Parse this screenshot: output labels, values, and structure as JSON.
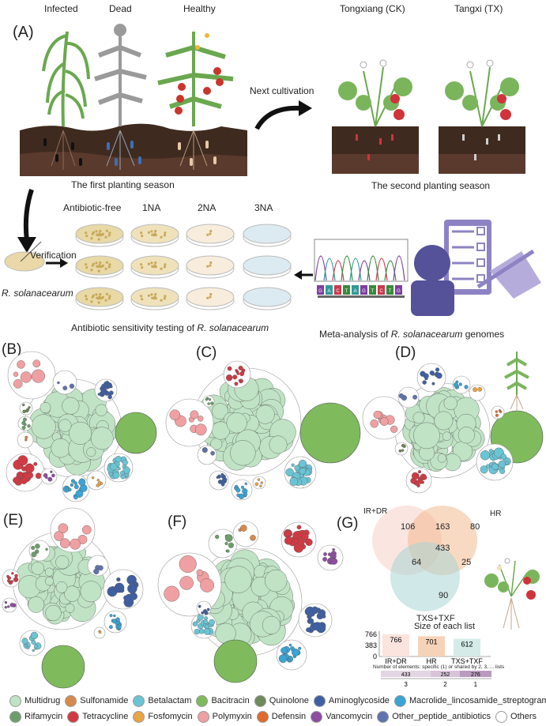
{
  "panel_a": {
    "label": "(A)",
    "first_season": {
      "plants": [
        "Infected",
        "Dead",
        "Healthy"
      ],
      "caption": "The first planting season"
    },
    "arrow_label": "Next cultivation",
    "second_season": {
      "plants": [
        "Tongxiang (CK)",
        "Tangxi (TX)"
      ],
      "caption": "The second planting season"
    },
    "verification_label": "Verification",
    "strain_label": "R. solanacearum",
    "plate_columns": [
      "Antibiotic-free",
      "1NA",
      "2NA",
      "3NA"
    ],
    "sensitivity_caption_prefix": "Antibiotic sensitivity testing of ",
    "sensitivity_caption_italic": "R. solanacearum",
    "meta_caption_prefix": "Meta-analysis of ",
    "meta_caption_italic": "R. solanacearum",
    "meta_caption_suffix": " genomes",
    "sequence_letters": [
      "G",
      "A",
      "C",
      "T",
      "A",
      "G",
      "T",
      "C",
      "T",
      "G"
    ]
  },
  "panels": {
    "b": "(B)",
    "c": "(C)",
    "d": "(D)",
    "e": "(E)",
    "f": "(F)",
    "g": "(G)"
  },
  "venn": {
    "sets": [
      "IR+DR",
      "HR",
      "TXS+TXF"
    ],
    "regions": {
      "ir_only": "106",
      "ir_hr": "163",
      "hr_only": "80",
      "all_three": "433",
      "ir_txs": "64",
      "hr_txs": "25",
      "txs_only": "90"
    },
    "colors": {
      "IR+DR": "#f7cfc6",
      "HR": "#f2b98f",
      "TXS+TXF": "#a9d6d3"
    }
  },
  "chart_data": [
    {
      "type": "bar",
      "title": "Size of each list",
      "categories": [
        "IR+DR",
        "HR",
        "TXS+TXF"
      ],
      "values": [
        766,
        701,
        612
      ],
      "yticks": [
        "766",
        "383",
        "0"
      ],
      "ylim": [
        0,
        766
      ],
      "colors": [
        "#fbe3de",
        "#f6d2b8",
        "#d4ebe8"
      ]
    },
    {
      "type": "bar",
      "title": "Number of elements: specific (1) or shared by 2, 3, ... lists",
      "categories": [
        "3",
        "2",
        "1"
      ],
      "values": [
        433,
        252,
        276
      ],
      "colors": [
        "#e3d5e3",
        "#d7c4d9",
        "#b99bbd"
      ]
    }
  ],
  "legend": {
    "rows": [
      [
        {
          "label": "Multidrug",
          "color": "#bfe3c4"
        },
        {
          "label": "Sulfonamide",
          "color": "#d8894b"
        },
        {
          "label": "Betalactam",
          "color": "#6bc4d4"
        },
        {
          "label": "Bacitracin",
          "color": "#7fba5d"
        },
        {
          "label": "Quinolone",
          "color": "#708a5a"
        },
        {
          "label": "Aminoglycoside",
          "color": "#3f5fa3"
        },
        {
          "label": "Macrolide_lincosamide_streptogramin",
          "color": "#3aa4d4"
        }
      ],
      [
        {
          "label": "Rifamycin",
          "color": "#6c9e6b"
        },
        {
          "label": "Tetracycline",
          "color": "#d23a43"
        },
        {
          "label": "Fosfomycin",
          "color": "#e9a443"
        },
        {
          "label": "Polymyxin",
          "color": "#f0a0a2"
        },
        {
          "label": "Defensin",
          "color": "#e06a2c"
        },
        {
          "label": "Vancomycin",
          "color": "#8e4ea0"
        },
        {
          "label": "Other_peptide_antibiotics",
          "color": "#6073ad"
        },
        {
          "label": "Others",
          "color": "#ffffff"
        }
      ]
    ]
  }
}
